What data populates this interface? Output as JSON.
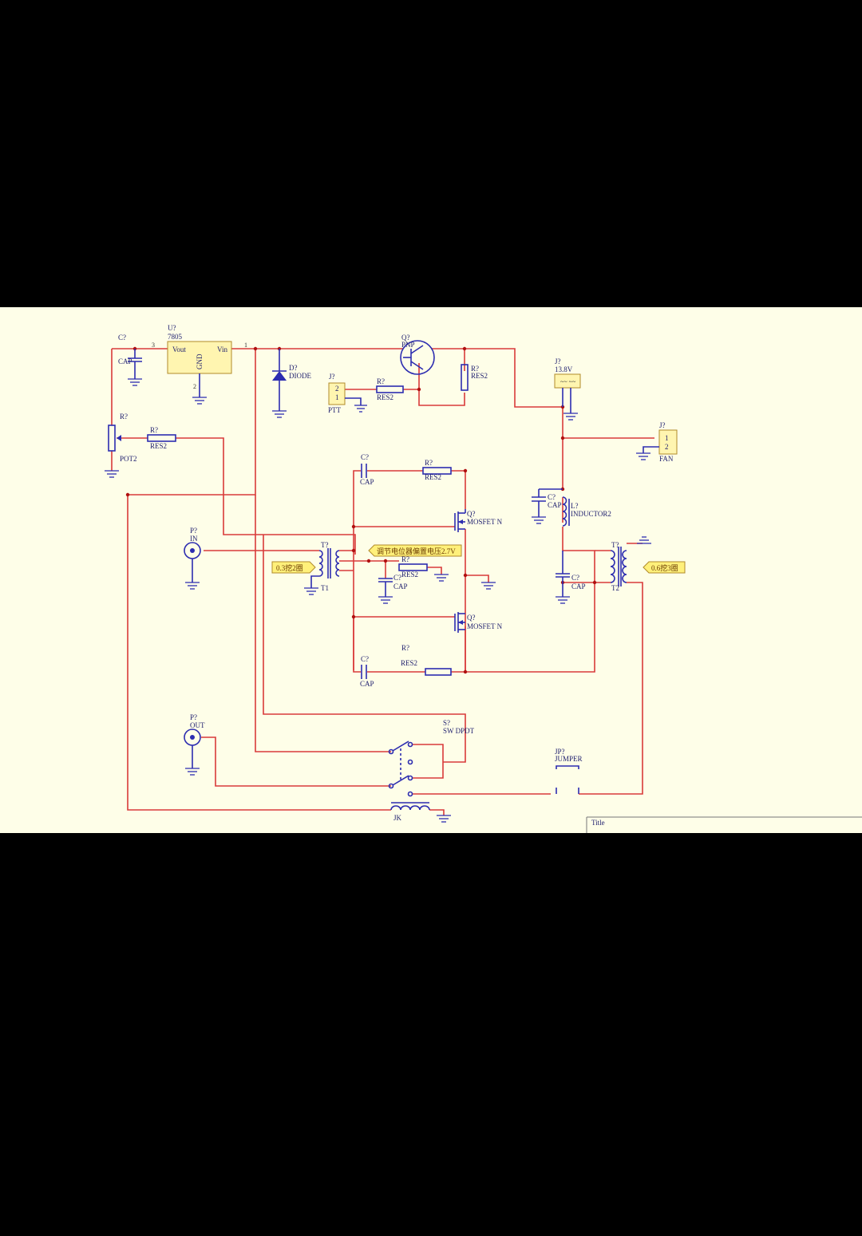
{
  "regulator": {
    "ref": "U?",
    "part": "7805",
    "vout": "Vout",
    "vin": "Vin",
    "gnd": "GND",
    "pin_vout": "3",
    "pin_vin": "1",
    "pin_gnd": "2"
  },
  "c_top": {
    "ref": "C?",
    "part": "CAP"
  },
  "pot": {
    "ref": "R?",
    "part": "POT2"
  },
  "r_pot": {
    "ref": "R?",
    "part": "RES2"
  },
  "diode": {
    "ref": "D?",
    "part": "DIODE"
  },
  "ptt": {
    "ref": "J?",
    "label": "PTT",
    "pin2": "2",
    "pin1": "1"
  },
  "r_ptt": {
    "ref": "R?",
    "part": "RES2"
  },
  "transistor": {
    "ref": "Q?",
    "part": "PNP"
  },
  "r_pnp": {
    "ref": "R?",
    "part": "RES2"
  },
  "power_jack": {
    "ref": "J?",
    "label": "13.8V"
  },
  "fan": {
    "ref": "J?",
    "label": "FAN",
    "pin1": "1",
    "pin2": "2"
  },
  "c_gate_top": {
    "ref": "C?",
    "part": "CAP"
  },
  "r_gate_top": {
    "ref": "R?",
    "part": "RES2"
  },
  "mosfet_top": {
    "ref": "Q?",
    "part": "MOSFET N"
  },
  "mosfet_bot": {
    "ref": "Q?",
    "part": "MOSFET N"
  },
  "c_inductor": {
    "ref": "C?",
    "part": "CAP"
  },
  "inductor": {
    "ref": "L?",
    "part": "INDUCTOR2"
  },
  "port_in": {
    "ref": "P?",
    "label": "IN"
  },
  "t1": {
    "ref": "T?",
    "name": "T1"
  },
  "t2": {
    "ref": "T?",
    "name": "T2"
  },
  "note_bias": "调节电位器偏置电压2.7V",
  "note_t1": "0.3挖2圈",
  "note_t2": "0.6挖3圈",
  "r_bias": {
    "ref": "R?",
    "part": "RES2"
  },
  "c_bias": {
    "ref": "C?",
    "part": "CAP"
  },
  "c_t2": {
    "ref": "C?",
    "part": "CAP"
  },
  "c_gate_bot": {
    "ref": "C?",
    "part": "CAP"
  },
  "r_gate_bot": {
    "ref": "R?",
    "part": "RES2"
  },
  "port_out": {
    "ref": "P?",
    "label": "OUT"
  },
  "switch": {
    "ref": "S?",
    "part": "SW DPDT"
  },
  "jumper": {
    "ref": "JP?",
    "part": "JUMPER"
  },
  "relay_coil": {
    "label": "JK"
  },
  "title_block": {
    "label": "Title"
  },
  "colors": {
    "wire": "#d93a3a",
    "component": "#2c2cb0",
    "sheet": "#fefee8",
    "part_box": "#fff5b0",
    "note": "#fff07a"
  }
}
